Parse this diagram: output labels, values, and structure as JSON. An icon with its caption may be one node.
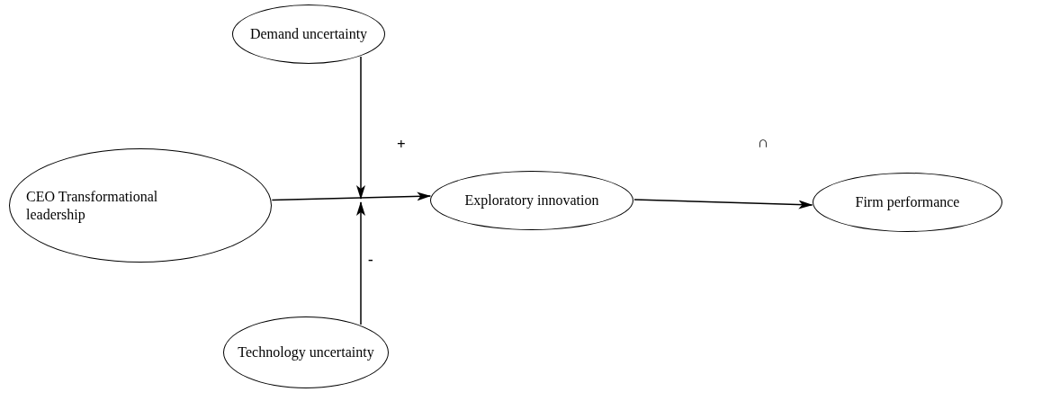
{
  "diagram": {
    "nodes": [
      {
        "text": [
          "Demand uncertainty"
        ]
      },
      {
        "text": [
          "CEO Transformational leadership"
        ]
      },
      {
        "text": [
          "Exploratory innovation"
        ]
      },
      {
        "text": [
          "Firm performance"
        ]
      },
      {
        "text": [
          "Technology uncertainty"
        ]
      }
    ],
    "edges": [
      {
        "from": 1,
        "to": 2,
        "arrow": "to"
      },
      {
        "from": 0,
        "to": null,
        "arrow": "to"
      },
      {
        "from": 4,
        "to": null,
        "arrow": "to"
      },
      {
        "from": 2,
        "to": 3,
        "arrow": "to"
      }
    ],
    "labels": [
      "+",
      "-",
      "∩"
    ]
  }
}
